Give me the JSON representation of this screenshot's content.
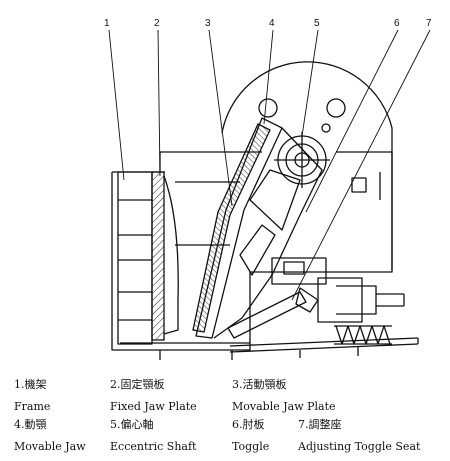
{
  "callouts": [
    "1",
    "2",
    "3",
    "4",
    "5",
    "6",
    "7"
  ],
  "legend": {
    "row1": {
      "c1": {
        "cn": "1.機架",
        "en": "Frame"
      },
      "c2": {
        "cn": "2.固定顎板",
        "en": "Fixed Jaw Plate"
      },
      "c3": {
        "cn": "3.活動顎板",
        "en": "Movable Jaw Plate"
      }
    },
    "row2": {
      "c1": {
        "cn": "4.動顎",
        "en": "Movable Jaw"
      },
      "c2": {
        "cn": "5.偏心軸",
        "en": "Eccentric Shaft"
      },
      "c3": {
        "cn": "6.肘板",
        "en": "Toggle"
      },
      "c4": {
        "cn": "7.調整座",
        "en": "Adjusting Toggle Seat"
      }
    }
  },
  "colors": {
    "line": "#111111",
    "paper": "#ffffff",
    "hatch": "#222222"
  }
}
